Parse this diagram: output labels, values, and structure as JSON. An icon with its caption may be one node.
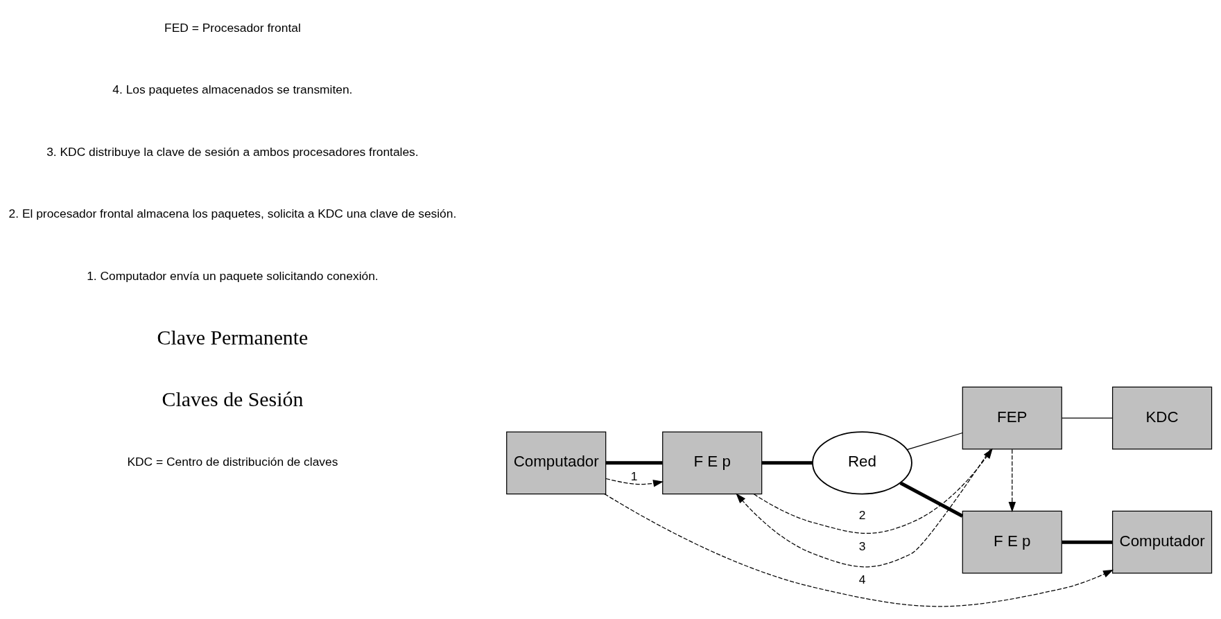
{
  "diagram": {
    "nodes": [
      {
        "text": [
          "Computador"
        ]
      },
      {
        "text": [
          "F E p"
        ]
      },
      {
        "text": [
          "Red"
        ]
      },
      {
        "text": [
          "FEP"
        ]
      },
      {
        "text": [
          "KDC"
        ]
      },
      {
        "text": [
          "F E p"
        ]
      },
      {
        "text": [
          "Computador"
        ]
      }
    ],
    "edges": [
      {
        "from": 0,
        "to": 1,
        "arrow": "none",
        "style": "thick"
      },
      {
        "from": 1,
        "to": 2,
        "arrow": "none",
        "style": "thick"
      },
      {
        "from": 2,
        "to": 3,
        "arrow": "none"
      },
      {
        "from": 3,
        "to": 4,
        "arrow": "none"
      },
      {
        "from": 2,
        "to": 5,
        "arrow": "none",
        "style": "thick"
      },
      {
        "from": 5,
        "to": 6,
        "arrow": "none",
        "style": "thick"
      },
      {
        "from": 0,
        "to": 1,
        "arrow": "to",
        "style": "dashed",
        "label": "1"
      },
      {
        "from": 1,
        "to": 3,
        "arrow": "to",
        "style": "dashed",
        "label": "2"
      },
      {
        "from": 3,
        "to": 1,
        "arrow": "to",
        "style": "dashed",
        "label": "3"
      },
      {
        "from": 3,
        "to": 5,
        "arrow": "to",
        "style": "dashed"
      },
      {
        "from": 0,
        "to": 6,
        "arrow": "to",
        "style": "dashed",
        "label": "4"
      }
    ],
    "labels": [
      "Claves de Sesión",
      "Clave Permanente",
      "1. Computador envía un paquete solicitando conexión.",
      "2. El procesador frontal almacena los paquetes, solicita a KDC una clave de sesión.",
      "3. KDC distribuye la clave de sesión a ambos procesadores frontales.",
      "4. Los paquetes almacenados se transmiten.",
      "FED = Procesador frontal",
      "KDC = Centro de distribución de claves"
    ]
  }
}
